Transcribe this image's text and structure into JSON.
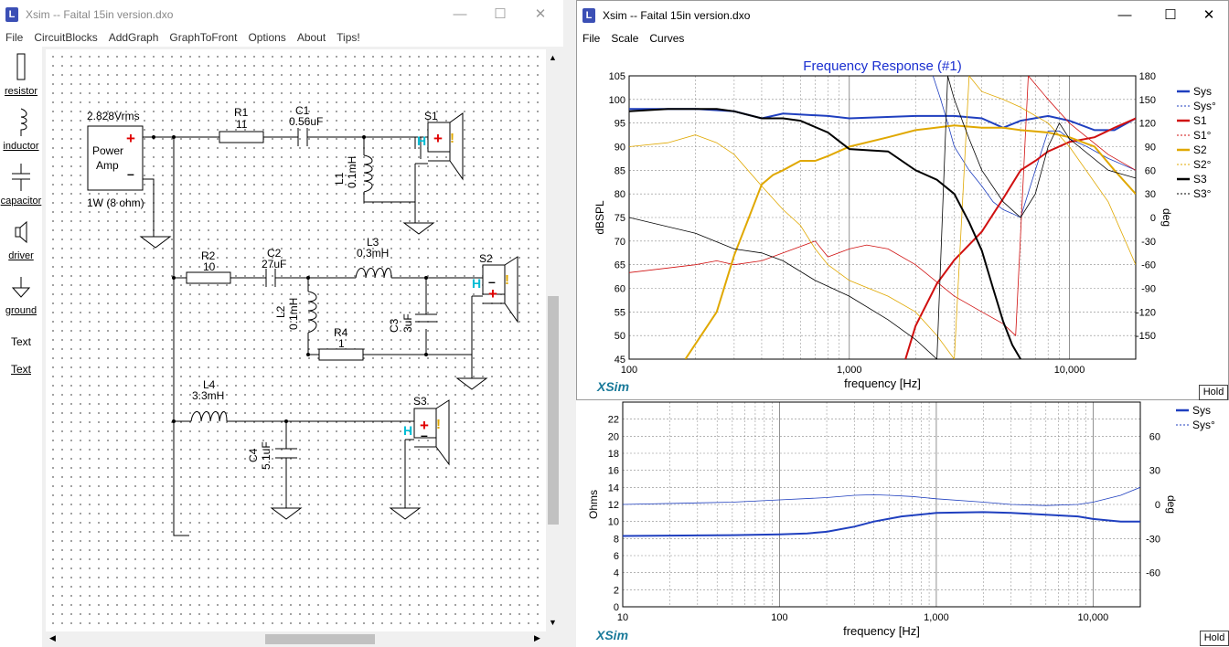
{
  "left_window": {
    "title": "Xsim -- Faital 15in version.dxo",
    "menu": [
      "File",
      "CircuitBlocks",
      "AddGraph",
      "GraphToFront",
      "Options",
      "About",
      "Tips!"
    ],
    "toolbox": [
      "resistor",
      "inductor",
      "capacitor",
      "driver",
      "ground",
      "Text",
      "Text"
    ],
    "circuit": {
      "source_voltage": "2.828Vrms",
      "amp_label_1": "Power",
      "amp_label_2": "Amp",
      "amp_rating": "1W (8 ohm)",
      "R1_name": "R1",
      "R1_value": "11",
      "C1_name": "C1",
      "C1_value": "0.56uF",
      "L1_name": "L1",
      "L1_value": "0.1mH",
      "S1": "S1",
      "R2_name": "R2",
      "R2_value": "10",
      "C2_name": "C2",
      "C2_value": "27uF",
      "L3_name": "L3",
      "L3_value": "0.3mH",
      "L2_name": "L2",
      "L2_value": "0.1mH",
      "C3_name": "C3",
      "C3_value": "3uF",
      "R4_name": "R4",
      "R4_value": "1",
      "S2": "S2",
      "L4_name": "L4",
      "L4_value": "3.3mH",
      "C4_name": "C4",
      "C4_value": "5.1uF",
      "S3": "S3",
      "plus": "+",
      "minus": "–",
      "warn": "!",
      "h": "H"
    }
  },
  "right_window": {
    "title": "Xsim -- Faital 15in version.dxo",
    "menu": [
      "File",
      "Scale",
      "Curves"
    ],
    "brand": "XSim",
    "hold": "Hold"
  },
  "bottom_window": {
    "brand": "XSim",
    "hold": "Hold"
  },
  "chart_data": [
    {
      "type": "line",
      "title": "Frequency Response (#1)",
      "xlabel": "frequency [Hz]",
      "ylabel": "dBSPL",
      "y2label": "deg",
      "xscale": "log",
      "xlim": [
        100,
        20000
      ],
      "ylim": [
        45,
        105
      ],
      "y2lim": [
        -180,
        180
      ],
      "x_tick_labels": [
        "100",
        "1,000",
        "10,000"
      ],
      "y_ticks": [
        45,
        50,
        55,
        60,
        65,
        70,
        75,
        80,
        85,
        90,
        95,
        100,
        105
      ],
      "y2_ticks": [
        -150,
        -120,
        -90,
        -60,
        -30,
        0,
        30,
        60,
        90,
        120,
        150,
        180
      ],
      "grid": true,
      "legend_position": "right",
      "legend": [
        "Sys",
        "Sys°",
        "S1",
        "S1°",
        "S2",
        "S2°",
        "S3",
        "S3°"
      ],
      "colors": {
        "Sys": "#1f3fbf",
        "S1": "#d01010",
        "S2": "#e0a800",
        "S3": "#000000"
      },
      "series": [
        {
          "name": "Sys",
          "axis": "left",
          "x": [
            100,
            200,
            300,
            400,
            500,
            800,
            1000,
            2000,
            3000,
            4000,
            5000,
            6000,
            8000,
            10000,
            13000,
            16000,
            20000
          ],
          "values": [
            98,
            98,
            97.5,
            96,
            97,
            96.5,
            96,
            96.5,
            96.5,
            96,
            94,
            95.5,
            96.5,
            95.5,
            93.5,
            93.5,
            96
          ]
        },
        {
          "name": "Sys°",
          "axis": "right",
          "x": [
            2400,
            2600,
            2800,
            3000,
            3500,
            4000,
            4500,
            5000,
            5500,
            6000,
            7000,
            8000,
            9000,
            10000,
            12000,
            15000,
            20000
          ],
          "values": [
            180,
            150,
            120,
            90,
            60,
            40,
            20,
            10,
            5,
            0,
            60,
            110,
            110,
            100,
            90,
            75,
            60
          ]
        },
        {
          "name": "S1",
          "axis": "left",
          "x": [
            1800,
            2000,
            2500,
            3000,
            4000,
            5000,
            6000,
            7000,
            8000,
            10000,
            13000,
            16000,
            20000
          ],
          "values": [
            45,
            52,
            61,
            66,
            72,
            79,
            85,
            87,
            89,
            91,
            92,
            94,
            96
          ]
        },
        {
          "name": "S1°",
          "axis": "right",
          "x": [
            100,
            200,
            250,
            300,
            400,
            500,
            700,
            800,
            1000,
            1200,
            1500,
            2000,
            3000,
            4000,
            5000,
            5700,
            6500,
            8000,
            10000,
            15000,
            20000
          ],
          "values": [
            -70,
            -60,
            -55,
            -60,
            -55,
            -45,
            -30,
            -50,
            -40,
            -35,
            -40,
            -60,
            -100,
            -120,
            -135,
            -150,
            180,
            150,
            120,
            80,
            60
          ]
        },
        {
          "name": "S2",
          "axis": "left",
          "x": [
            180,
            250,
            300,
            350,
            400,
            450,
            500,
            600,
            700,
            800,
            1000,
            1500,
            2000,
            3000,
            4000,
            5000,
            6000,
            8000,
            10000,
            13000,
            16000,
            20000
          ],
          "values": [
            45,
            55,
            67,
            75,
            82,
            84,
            85,
            87,
            87,
            88,
            90,
            92,
            93.5,
            94.5,
            94,
            94,
            93.5,
            93,
            92,
            90,
            85,
            80
          ]
        },
        {
          "name": "S2°",
          "axis": "right",
          "x": [
            100,
            150,
            200,
            250,
            300,
            400,
            500,
            600,
            700,
            800,
            1000,
            1500,
            2000,
            2500,
            3000,
            3500,
            4000,
            5000,
            6000,
            8000,
            10000,
            15000,
            20000
          ],
          "values": [
            90,
            95,
            105,
            95,
            80,
            40,
            10,
            -10,
            -40,
            -60,
            -80,
            -100,
            -120,
            -150,
            -180,
            180,
            160,
            150,
            140,
            120,
            90,
            20,
            -60
          ]
        },
        {
          "name": "S3",
          "axis": "left",
          "x": [
            100,
            150,
            200,
            250,
            300,
            400,
            500,
            600,
            800,
            1000,
            1500,
            2000,
            2500,
            3000,
            3500,
            4000,
            4500,
            5000,
            5500,
            6000
          ],
          "values": [
            97.5,
            98,
            98,
            98,
            97.5,
            96,
            96,
            95.5,
            93,
            89.5,
            89,
            85,
            83,
            80,
            74,
            68,
            60,
            53,
            48,
            45
          ]
        },
        {
          "name": "S3°",
          "axis": "right",
          "x": [
            100,
            200,
            300,
            400,
            500,
            700,
            1000,
            1500,
            2000,
            2500,
            2800,
            3000,
            3500,
            4000,
            5000,
            6000,
            7000,
            8000,
            9000,
            10000,
            15000,
            20000
          ],
          "values": [
            0,
            -20,
            -40,
            -45,
            -55,
            -80,
            -100,
            -130,
            -155,
            -180,
            180,
            150,
            100,
            60,
            20,
            0,
            30,
            90,
            120,
            100,
            60,
            50
          ]
        }
      ]
    },
    {
      "type": "line",
      "xlabel": "frequency [Hz]",
      "ylabel": "Ohms",
      "y2label": "deg",
      "xscale": "log",
      "xlim": [
        10,
        20000
      ],
      "ylim": [
        0,
        24
      ],
      "y2lim": [
        -90,
        90
      ],
      "x_tick_labels": [
        "10",
        "100",
        "1,000",
        "10,000"
      ],
      "y_ticks": [
        0,
        2,
        4,
        6,
        8,
        10,
        12,
        14,
        16,
        18,
        20,
        22
      ],
      "y2_ticks": [
        -60,
        -30,
        0,
        30,
        60
      ],
      "grid": true,
      "legend_position": "right",
      "legend": [
        "Sys",
        "Sys°"
      ],
      "series": [
        {
          "name": "Sys",
          "axis": "left",
          "x": [
            10,
            50,
            100,
            150,
            200,
            300,
            400,
            600,
            1000,
            2000,
            3000,
            5000,
            8000,
            10000,
            15000,
            20000
          ],
          "values": [
            8.3,
            8.4,
            8.5,
            8.6,
            8.8,
            9.4,
            10.0,
            10.6,
            11.0,
            11.1,
            11.0,
            10.8,
            10.6,
            10.3,
            10.0,
            10.0
          ]
        },
        {
          "name": "Sys°",
          "axis": "right",
          "x": [
            10,
            50,
            100,
            200,
            300,
            400,
            500,
            700,
            1000,
            2000,
            3000,
            5000,
            8000,
            10000,
            15000,
            20000
          ],
          "values": [
            0,
            2,
            4,
            6,
            8,
            8.5,
            8,
            7,
            5,
            2,
            0,
            -1,
            0,
            2,
            8,
            15
          ]
        }
      ]
    }
  ]
}
